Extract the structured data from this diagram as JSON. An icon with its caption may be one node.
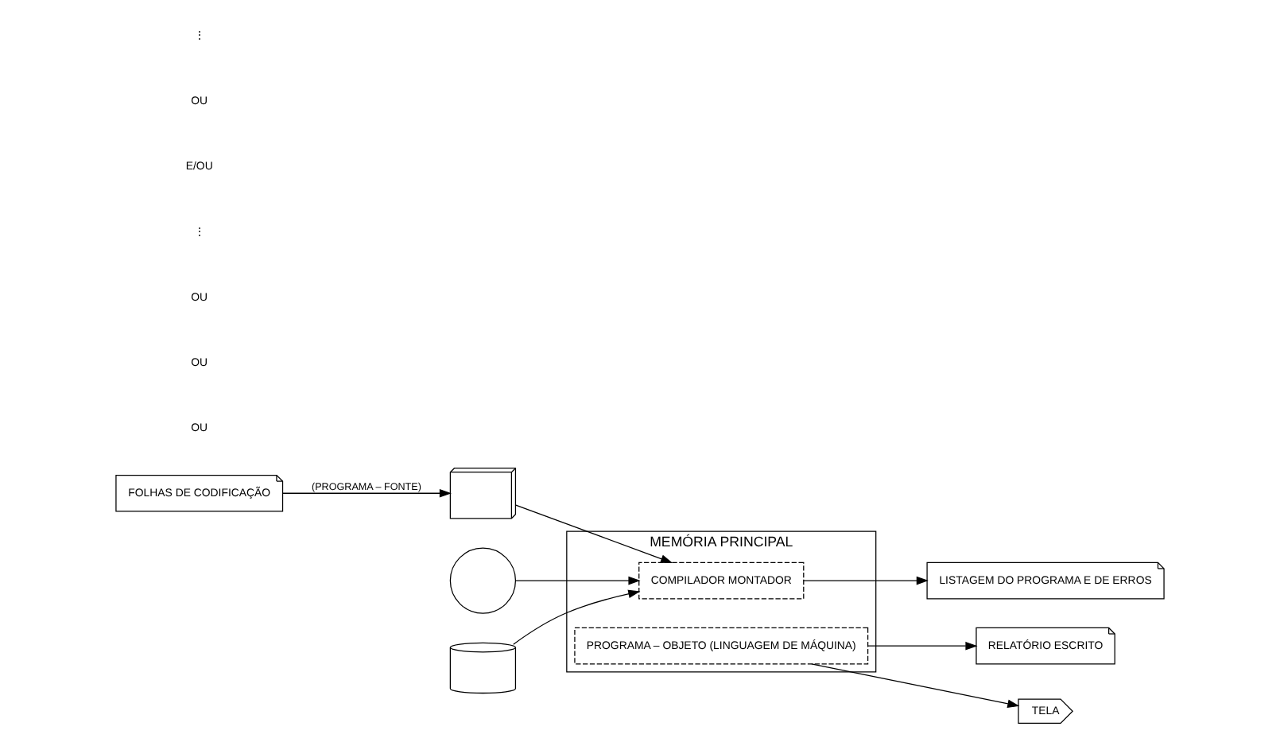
{
  "diagram": {
    "nodes": [
      {
        "text": [
          "FOLHAS DE CODIFICAÇÃO"
        ]
      },
      {
        "text": [],
        "shape": "card"
      },
      {
        "text": [],
        "shape": "circle"
      },
      {
        "text": [],
        "shape": "cylinder"
      },
      {
        "text": [
          "MEMÓRIA PRINCIPAL"
        ]
      },
      {
        "text": [
          "COMPILADOR MONTADOR"
        ],
        "in": 4
      },
      {
        "text": [
          "PROGRAMA – OBJETO (LINGUAGEM DE MÁQUINA)"
        ],
        "in": 4
      },
      {
        "text": [
          "LISTAGEM DO PROGRAMA E DE ERROS"
        ]
      },
      {
        "text": [
          "RELATÓRIO ESCRITO"
        ]
      },
      {
        "text": [
          "TELA"
        ]
      }
    ],
    "edges": [
      {
        "from": 0,
        "to": 1,
        "arrow": "to",
        "label": "(PROGRAMA – FONTE)"
      },
      {
        "from": 1,
        "to": 5,
        "arrow": "to"
      },
      {
        "from": 2,
        "to": 5,
        "arrow": "to"
      },
      {
        "from": 3,
        "to": 5,
        "arrow": "to"
      },
      {
        "from": 5,
        "to": 7,
        "arrow": "to"
      },
      {
        "from": 6,
        "to": 8,
        "arrow": "to"
      },
      {
        "from": 6,
        "to": 9,
        "arrow": "to"
      }
    ],
    "labels": [
      "OU",
      "OU",
      "OU",
      "⋮",
      "E/OU",
      "OU",
      "⋮"
    ]
  }
}
